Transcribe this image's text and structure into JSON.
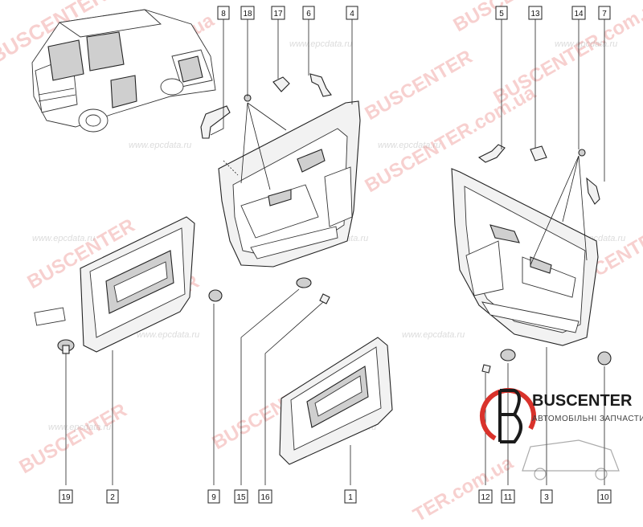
{
  "callouts": {
    "top": [
      {
        "num": "8"
      },
      {
        "num": "18"
      },
      {
        "num": "17"
      },
      {
        "num": "6"
      },
      {
        "num": "4"
      },
      {
        "num": "5"
      },
      {
        "num": "13"
      },
      {
        "num": "14"
      },
      {
        "num": "7"
      }
    ],
    "bottom": [
      {
        "num": "19"
      },
      {
        "num": "2"
      },
      {
        "num": "9"
      },
      {
        "num": "15"
      },
      {
        "num": "16"
      },
      {
        "num": "1"
      },
      {
        "num": "12"
      },
      {
        "num": "11"
      },
      {
        "num": "3"
      },
      {
        "num": "10"
      }
    ]
  },
  "watermarks": {
    "brand": "BUSCENTER",
    "domain": "BUSCENTER.com.ua",
    "site": "www.epcdata.ru",
    "partial": "TER.com.ua"
  },
  "logo": {
    "name": "BUSCENTER",
    "subtitle": "АВТОМОБІЛЬНІ ЗАПЧАСТИНИ"
  },
  "colors": {
    "line": "#222222",
    "watermark": "#e35a55",
    "logo_red": "#d9322b"
  }
}
